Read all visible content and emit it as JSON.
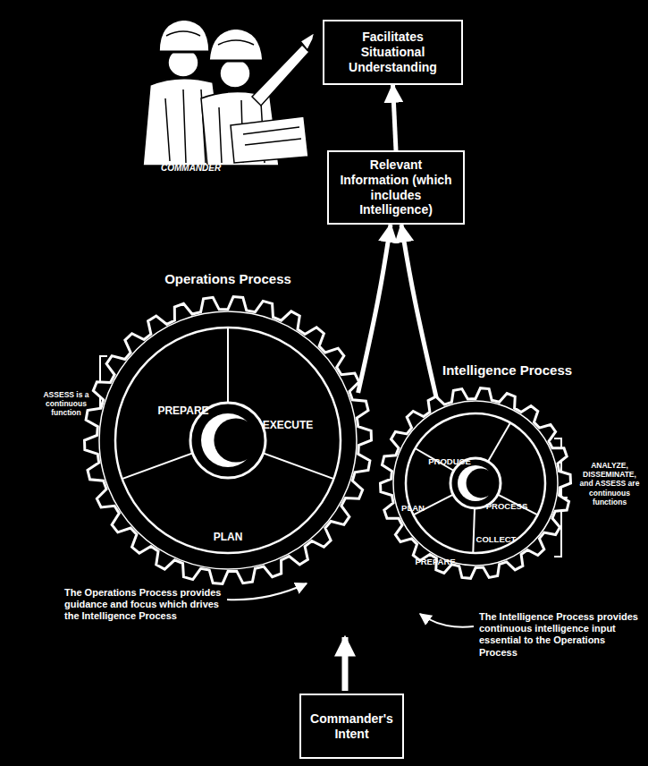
{
  "diagram": {
    "nodes": [
      {
        "text": [
          "Facilitates Situational Understanding"
        ]
      },
      {
        "text": [
          "Relevant Information (which includes Intelligence)"
        ]
      },
      {
        "text": [
          "Operations Process"
        ]
      },
      {
        "text": [
          "PREPARE"
        ],
        "in": 2
      },
      {
        "text": [
          "EXECUTE"
        ],
        "in": 2
      },
      {
        "text": [
          "PLAN"
        ],
        "in": 2
      },
      {
        "text": [
          "Intelligence Process"
        ]
      },
      {
        "text": [
          "PRODUCE"
        ],
        "in": 6
      },
      {
        "text": [
          "PLAN"
        ],
        "in": 6
      },
      {
        "text": [
          "PROCESS"
        ],
        "in": 6
      },
      {
        "text": [
          "PREPARE"
        ],
        "in": 6
      },
      {
        "text": [
          "COLLECT"
        ],
        "in": 6
      },
      {
        "text": [
          "Commander's Intent"
        ]
      }
    ],
    "edges": [
      {
        "from": 1,
        "to": 0,
        "arrow": "to"
      },
      {
        "from": 2,
        "to": 1,
        "arrow": "to"
      },
      {
        "from": 6,
        "to": 1,
        "arrow": "to"
      }
    ],
    "labels": [
      "COMMANDER",
      "ASSESS is a continuous function",
      "ANALYZE, DISSEMINATE, and ASSESS are continuous functions",
      "The Operations Process provides guidance and focus which drives the Intelligence Process",
      "The Intelligence Process provides continuous intelligence input essential to the Operations Process"
    ]
  }
}
